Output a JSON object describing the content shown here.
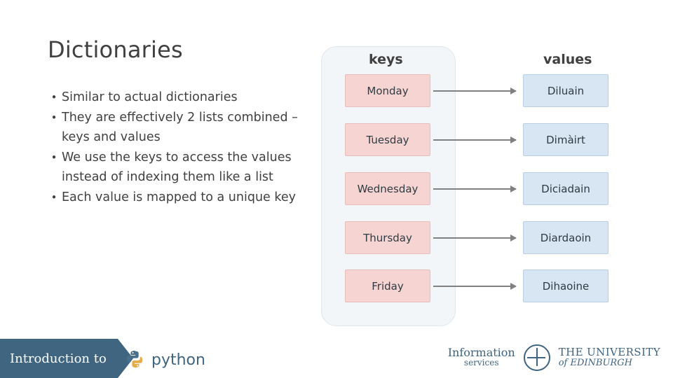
{
  "slide": {
    "title": "Dictionaries",
    "bullets": [
      "Similar to actual dictionaries",
      "They are effectively 2 lists combined – keys and values",
      "We use the keys to access the values instead of indexing them like a list",
      "Each value is mapped to a unique key"
    ],
    "bullet_marker": "•"
  },
  "diagram": {
    "keys_header": "keys",
    "values_header": "values",
    "pairs": [
      {
        "key": "Monday",
        "value": "Diluain"
      },
      {
        "key": "Tuesday",
        "value": "Dimàirt"
      },
      {
        "key": "Wednesday",
        "value": "Diciadain"
      },
      {
        "key": "Thursday",
        "value": "Diardaoin"
      },
      {
        "key": "Friday",
        "value": "Dihaoine"
      }
    ],
    "colors": {
      "key_fill": "#f6d4d2",
      "key_border": "#e8bdbb",
      "value_fill": "#d8e5f2",
      "value_border": "#b9cee3",
      "panel_fill": "#f3f6f9",
      "arrow": "#808080"
    }
  },
  "footer": {
    "banner_text": "Introduction to",
    "python_word": "python",
    "info_services_line1": "Information",
    "info_services_line2": "services",
    "university_line1": "THE UNIVERSITY",
    "university_line2": "of EDINBURGH",
    "bar_color": "#3f6580"
  }
}
